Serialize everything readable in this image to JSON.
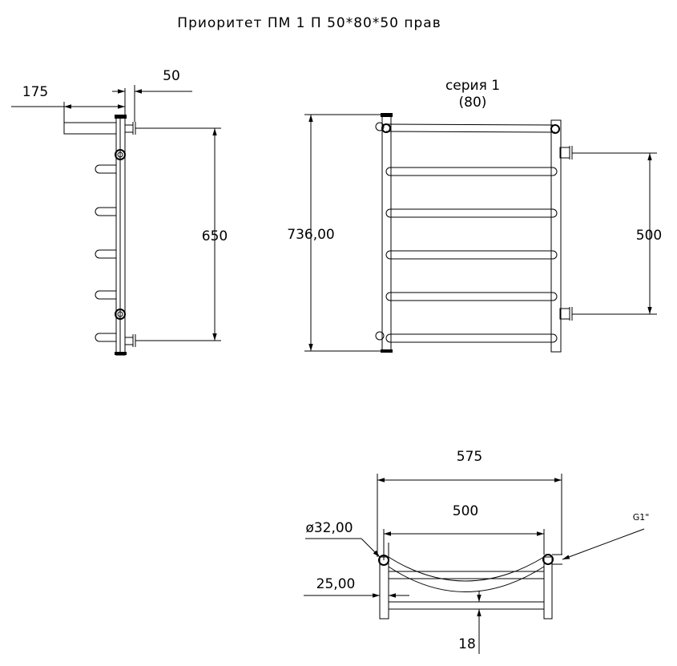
{
  "title": "Приоритет ПМ 1 П 50*80*50 прав",
  "series_label": "серия 1",
  "series_sub": "(80)",
  "side_view": {
    "dim_depth": "175",
    "dim_offset": "50",
    "dim_height": "650"
  },
  "front_view": {
    "dim_total_height": "736,00",
    "dim_center_distance": "500"
  },
  "top_view": {
    "dim_total_width": "575",
    "dim_inner_width": "500",
    "dim_pipe_diameter": "ø32,00",
    "dim_thread": "G1\"",
    "dim_offset": "25,00",
    "dim_gap": "18"
  }
}
